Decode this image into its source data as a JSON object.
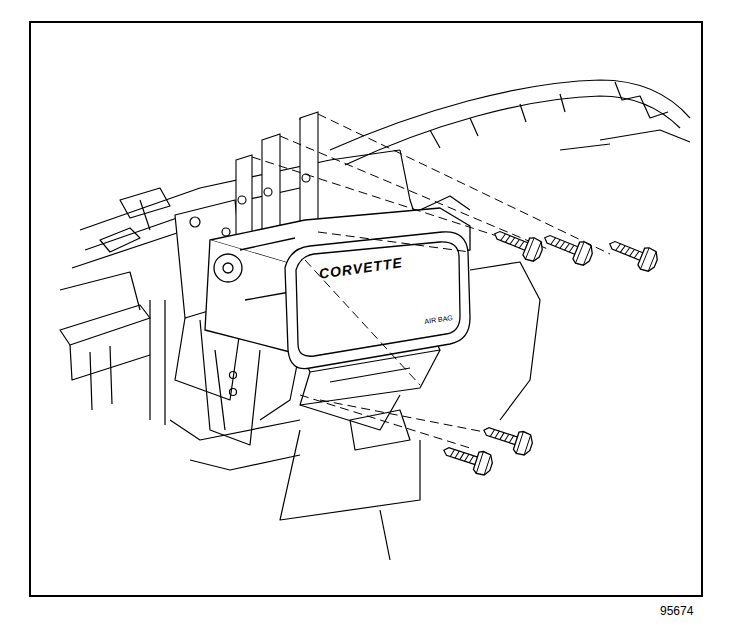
{
  "diagram": {
    "labels": [
      "CORVETTE",
      "AIR BAG",
      "95674"
    ]
  }
}
